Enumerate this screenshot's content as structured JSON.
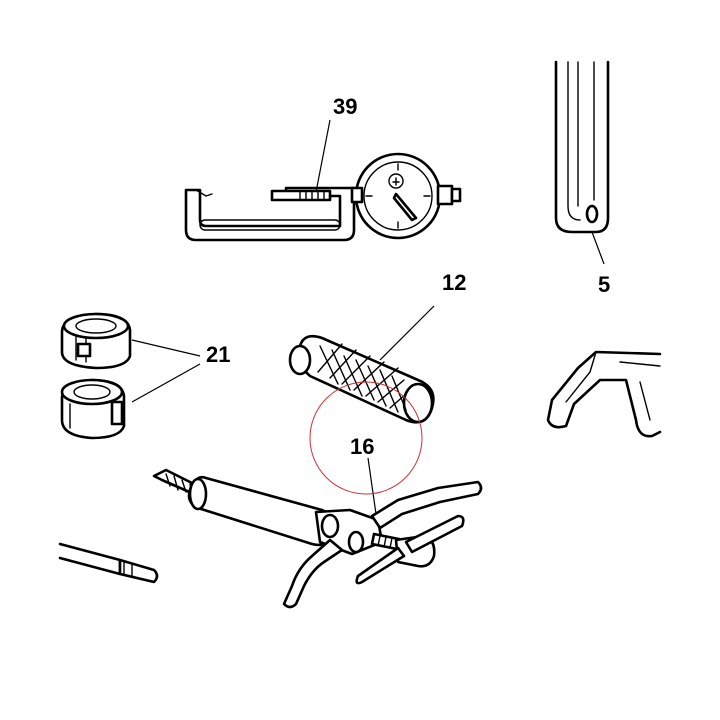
{
  "callouts": {
    "c39": "39",
    "c5": "5",
    "c12": "12",
    "c21": "21",
    "c16": "16"
  },
  "colors": {
    "highlight_circle": "#cc3333",
    "ink": "#000000",
    "background": "#ffffff"
  }
}
